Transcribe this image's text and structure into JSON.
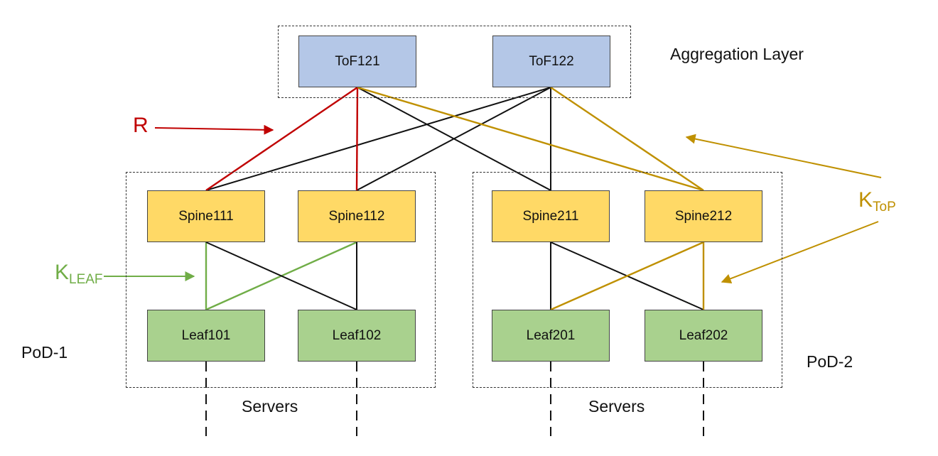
{
  "aggregation": {
    "label": "Aggregation Layer",
    "nodes": [
      "ToF121",
      "ToF122"
    ]
  },
  "pods": [
    {
      "label": "PoD-1",
      "spines": [
        "Spine111",
        "Spine112"
      ],
      "leaves": [
        "Leaf101",
        "Leaf102"
      ],
      "servers_label": "Servers"
    },
    {
      "label": "PoD-2",
      "spines": [
        "Spine211",
        "Spine212"
      ],
      "leaves": [
        "Leaf201",
        "Leaf202"
      ],
      "servers_label": "Servers"
    }
  ],
  "annotations": {
    "r": {
      "text": "R"
    },
    "k_leaf": {
      "main": "K",
      "sub": "LEAF"
    },
    "k_top": {
      "main": "K",
      "sub": "ToP"
    }
  },
  "colors": {
    "tof_fill": "#b4c7e7",
    "spine_fill": "#ffd966",
    "leaf_fill": "#a9d18e",
    "link_default": "#111111",
    "link_r": "#c00000",
    "link_k_leaf": "#70ad47",
    "link_k_top": "#bf9000"
  }
}
